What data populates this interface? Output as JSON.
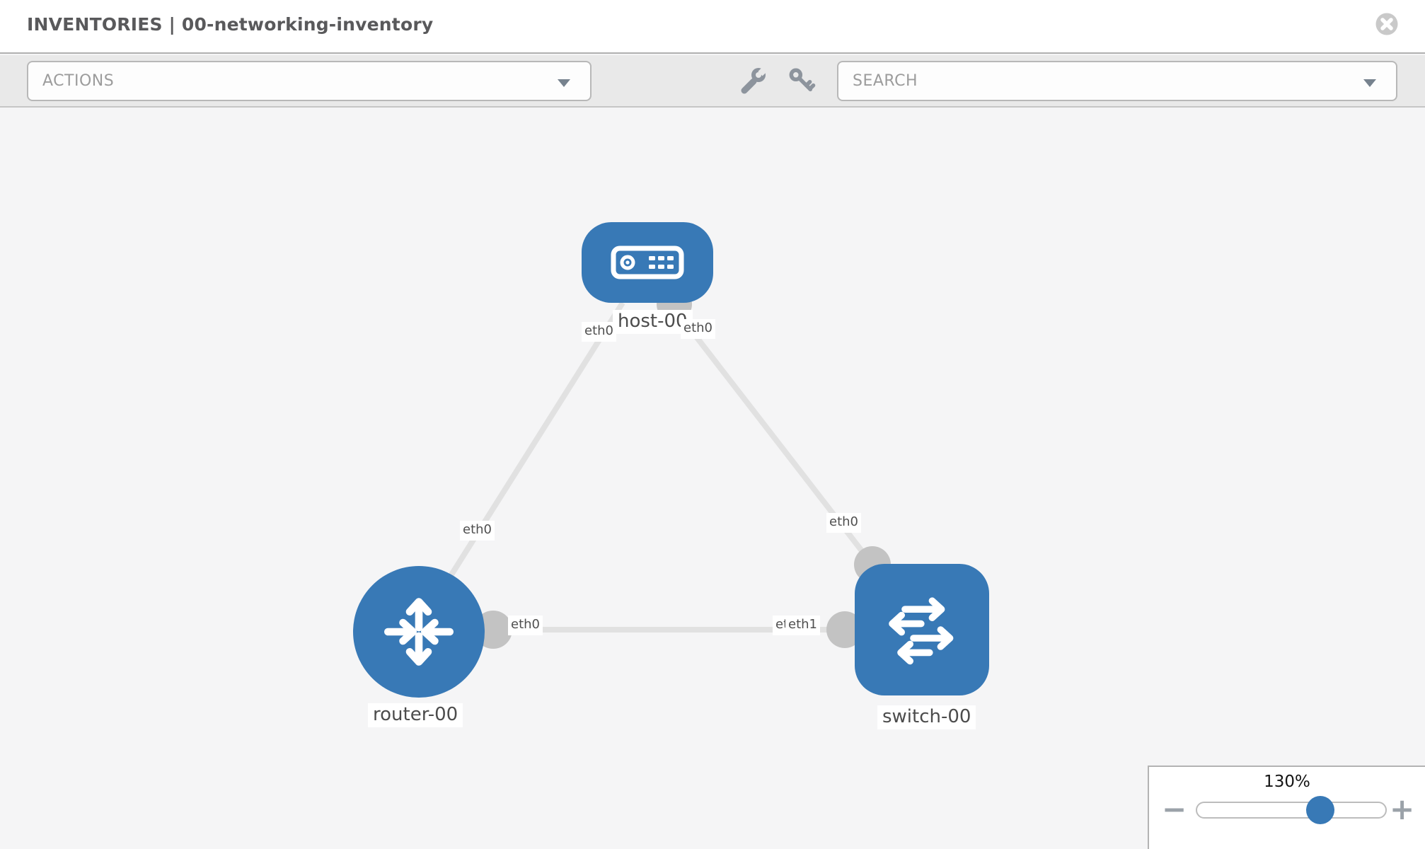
{
  "header": {
    "title": "INVENTORIES | 00-networking-inventory"
  },
  "toolbar": {
    "actions_label": "ACTIONS",
    "search_label": "SEARCH"
  },
  "topology": {
    "nodes": [
      {
        "label": "host-00",
        "type": "host"
      },
      {
        "label": "router-00",
        "type": "router"
      },
      {
        "label": "switch-00",
        "type": "switch"
      }
    ],
    "links": [
      {
        "from": "host-00",
        "to": "router-00",
        "from_interface": "eth0",
        "to_interface": "eth0"
      },
      {
        "from": "host-00",
        "to": "switch-00",
        "from_interface": "eth0",
        "to_interface": "eth0"
      },
      {
        "from": "router-00",
        "to": "switch-00",
        "from_interface": "eth0",
        "to_interface": "eth1"
      }
    ],
    "interface_labels": {
      "host_left": "eth0",
      "host_right": "eth0",
      "host_router_link": "eth0",
      "host_switch_link": "eth0",
      "router_eth": "eth0",
      "switch_eth_back": "eth0",
      "switch_eth_front": "eth1"
    }
  },
  "zoom_control": {
    "level": "130%",
    "minus": "−",
    "plus": "+"
  },
  "colors": {
    "node_blue": "#3879b6",
    "link_gray": "#e1e1e1",
    "dot_gray": "#c3c3c3",
    "toolbar_bg": "#e9e9e9"
  }
}
